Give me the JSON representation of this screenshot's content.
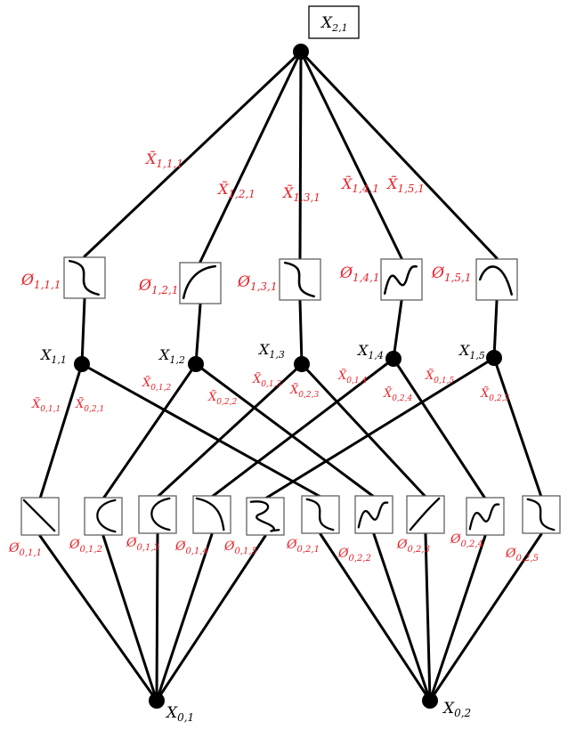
{
  "output_node": {
    "label": "X",
    "sub": "2,1"
  },
  "inputs": [
    {
      "label": "X",
      "sub": "0,1"
    },
    {
      "label": "X",
      "sub": "0,2"
    }
  ],
  "hidden_nodes": [
    {
      "label": "X",
      "sub": "1,1"
    },
    {
      "label": "X",
      "sub": "1,2"
    },
    {
      "label": "X",
      "sub": "1,3"
    },
    {
      "label": "X",
      "sub": "1,4"
    },
    {
      "label": "X",
      "sub": "1,5"
    }
  ],
  "layer1_edge_labels": [
    {
      "label": "X̃",
      "sub": "1,1,1"
    },
    {
      "label": "X̃",
      "sub": "1,2,1"
    },
    {
      "label": "X̃",
      "sub": "1,3,1"
    },
    {
      "label": "X̃",
      "sub": "1,4,1"
    },
    {
      "label": "X̃",
      "sub": "1,5,1"
    }
  ],
  "layer1_functions": [
    {
      "label": "Ø",
      "sub": "1,1,1",
      "shape": "s-curve"
    },
    {
      "label": "Ø",
      "sub": "1,2,1",
      "shape": "arc-up"
    },
    {
      "label": "Ø",
      "sub": "1,3,1",
      "shape": "s-curve"
    },
    {
      "label": "Ø",
      "sub": "1,4,1",
      "shape": "wave"
    },
    {
      "label": "Ø",
      "sub": "1,5,1",
      "shape": "hump"
    }
  ],
  "layer0_edge_labels": [
    {
      "label": "X̃",
      "sub": "0,1,1"
    },
    {
      "label": "X̃",
      "sub": "0,2,1"
    },
    {
      "label": "X̃",
      "sub": "0,1,2"
    },
    {
      "label": "X̃",
      "sub": "0,2,2"
    },
    {
      "label": "X̃",
      "sub": "0,1,3"
    },
    {
      "label": "X̃",
      "sub": "0,2,3"
    },
    {
      "label": "X̃",
      "sub": "0,1,4"
    },
    {
      "label": "X̃",
      "sub": "0,2,4"
    },
    {
      "label": "X̃",
      "sub": "0,1,5"
    },
    {
      "label": "X̃",
      "sub": "0,2,5"
    }
  ],
  "layer0_functions": [
    {
      "label": "Ø",
      "sub": "0,1,1",
      "shape": "diagonal"
    },
    {
      "label": "Ø",
      "sub": "0,1,2",
      "shape": "arc-left"
    },
    {
      "label": "Ø",
      "sub": "0,1,3",
      "shape": "arc-left"
    },
    {
      "label": "Ø",
      "sub": "0,1,4",
      "shape": "arc-right"
    },
    {
      "label": "Ø",
      "sub": "0,1,5",
      "shape": "zigzag"
    },
    {
      "label": "Ø",
      "sub": "0,2,1",
      "shape": "s-curve"
    },
    {
      "label": "Ø",
      "sub": "0,2,2",
      "shape": "wave"
    },
    {
      "label": "Ø",
      "sub": "0,2,3",
      "shape": "rising"
    },
    {
      "label": "Ø",
      "sub": "0,2,4",
      "shape": "wave"
    },
    {
      "label": "Ø",
      "sub": "0,2,5",
      "shape": "s-curve"
    }
  ],
  "colors": {
    "edge": "#000000",
    "label_black": "#000000",
    "label_red": "#e8232a"
  }
}
